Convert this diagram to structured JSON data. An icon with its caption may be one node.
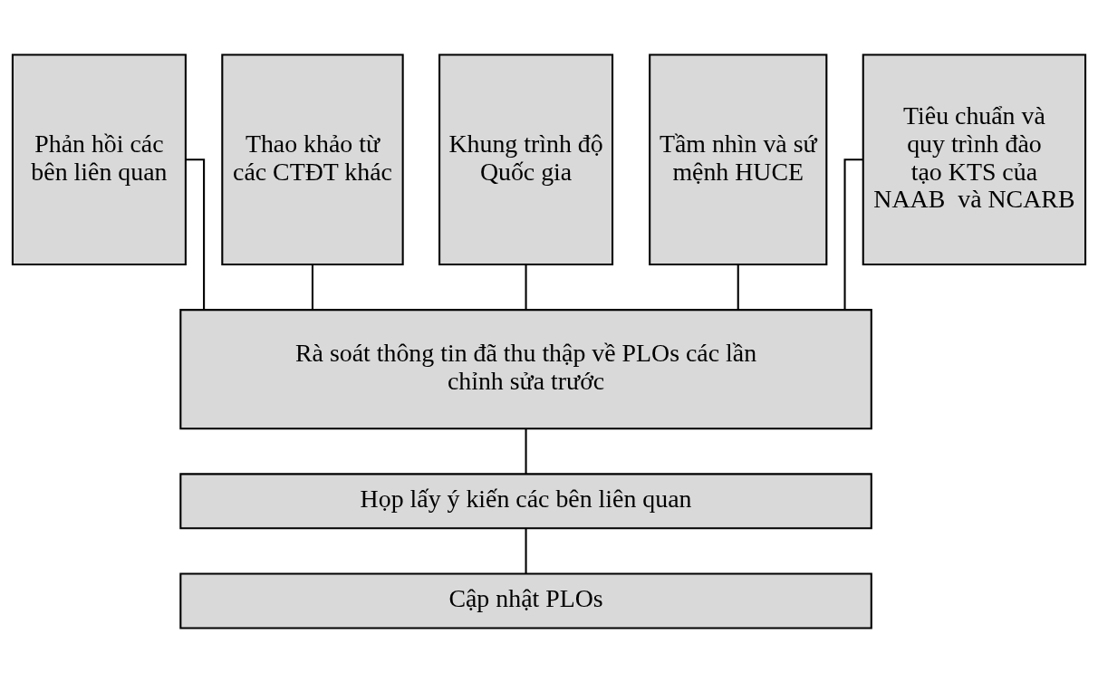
{
  "diagram": {
    "nodes": [
      {
        "text": [
          "Phản hồi các bên liên quan"
        ]
      },
      {
        "text": [
          "Thao khảo từ các CTĐT khác"
        ]
      },
      {
        "text": [
          "Khung trình độ Quốc gia"
        ]
      },
      {
        "text": [
          "Tầm nhìn và sứ mệnh HUCE"
        ]
      },
      {
        "text": [
          "Tiêu chuẩn và quy trình đào tạo KTS của NAAB  và NCARB"
        ]
      },
      {
        "text": [
          "Rà soát thông tin đã thu thập về PLOs các lần chỉnh sửa trước"
        ]
      },
      {
        "text": [
          "Họp lấy ý kiến các bên liên quan"
        ]
      },
      {
        "text": [
          "Cập nhật PLOs"
        ]
      }
    ],
    "edges": [
      {
        "from": 0,
        "to": 5,
        "arrow": "none"
      },
      {
        "from": 1,
        "to": 5,
        "arrow": "none"
      },
      {
        "from": 2,
        "to": 5,
        "arrow": "none"
      },
      {
        "from": 3,
        "to": 5,
        "arrow": "none"
      },
      {
        "from": 4,
        "to": 5,
        "arrow": "none"
      },
      {
        "from": 5,
        "to": 6,
        "arrow": "none"
      },
      {
        "from": 6,
        "to": 7,
        "arrow": "none"
      }
    ]
  }
}
